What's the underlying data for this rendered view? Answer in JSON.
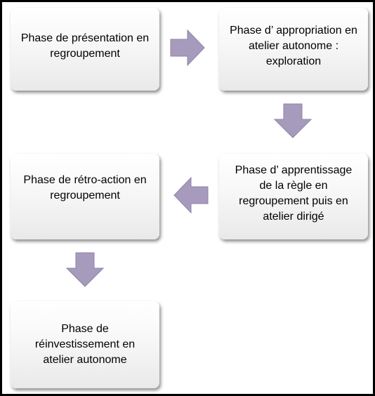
{
  "diagram": {
    "phases": [
      {
        "id": "presentation",
        "label": "Phase de présentation en regroupement"
      },
      {
        "id": "appropriation",
        "label": "Phase d’ appropriation en atelier autonome : exploration"
      },
      {
        "id": "apprentissage",
        "label": "Phase d’ apprentissage de la règle en regroupement puis en atelier dirigé"
      },
      {
        "id": "retro-action",
        "label": "Phase de rétro-action en regroupement"
      },
      {
        "id": "reinvestissement",
        "label": "Phase de réinvestissement en atelier autonome"
      }
    ],
    "arrow_color": "#a79bbd",
    "arrow_shade": "#8e81a8"
  }
}
